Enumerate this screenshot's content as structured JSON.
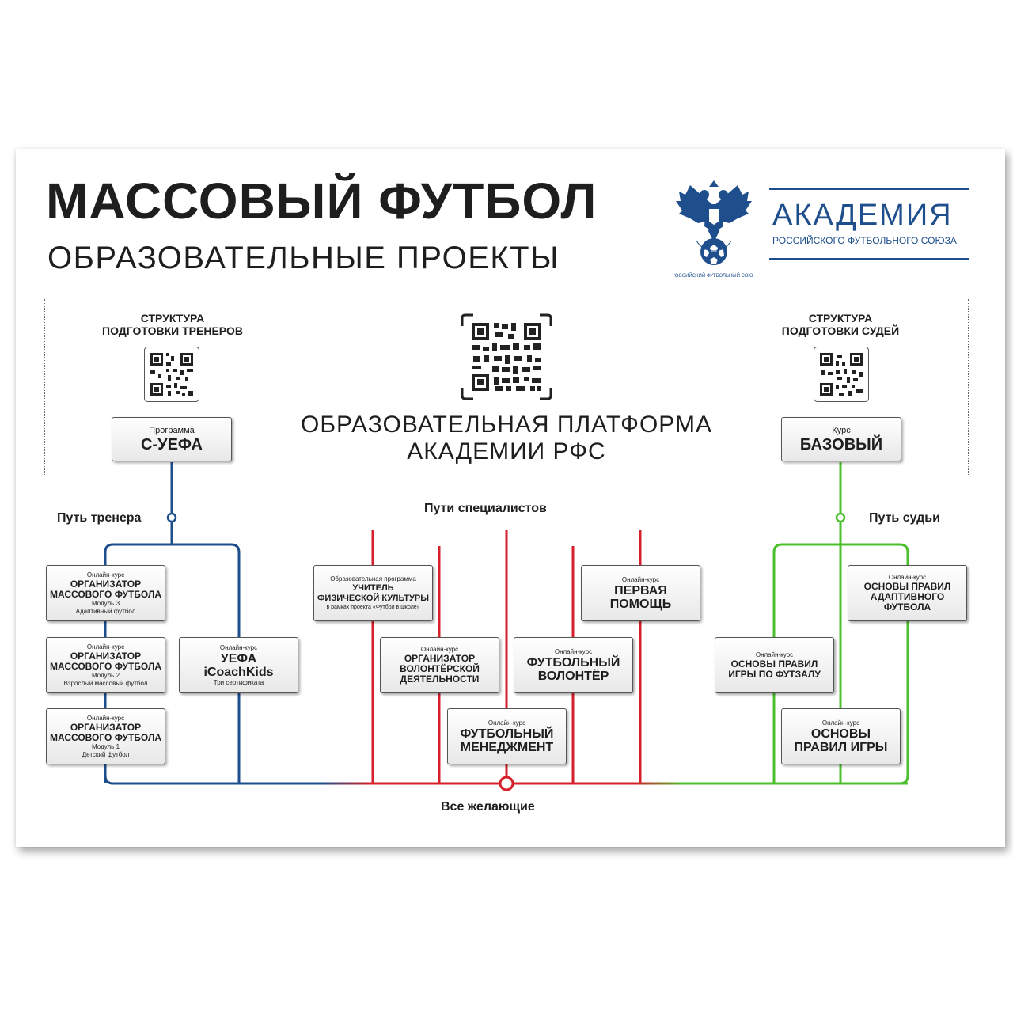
{
  "header": {
    "title": "МАССОВЫЙ ФУТБОЛ",
    "subtitle": "ОБРАЗОВАТЕЛЬНЫЕ ПРОЕКТЫ"
  },
  "logo": {
    "emblem_text": "РОССИЙСКИЙ ФУТБОЛЬНЫЙ СОЮЗ",
    "academy_title": "АКАДЕМИЯ",
    "academy_subtitle": "РОССИЙСКОГО ФУТБОЛЬНОГО СОЮЗА"
  },
  "colors": {
    "coach": "#1e4f8c",
    "specialist": "#d6202b",
    "referee": "#4cbf2c",
    "brand": "#1e4f8c"
  },
  "top": {
    "coach_structure": "СТРУКТУРА\nПОДГОТОВКИ ТРЕНЕРОВ",
    "referee_structure": "СТРУКТУРА\nПОДГОТОВКИ СУДЕЙ",
    "platform": "ОБРАЗОВАТЕЛЬНАЯ ПЛАТФОРМА\nАКАДЕМИИ РФС",
    "coach_box": {
      "kind": "Программа",
      "name": "С-УЕФА"
    },
    "referee_box": {
      "kind": "Курс",
      "name": "БАЗОВЫЙ"
    }
  },
  "paths": {
    "coach": "Путь тренера",
    "specialists": "Пути специалистов",
    "referee": "Путь судьи",
    "everyone": "Все желающие"
  },
  "courses": {
    "coach_m3": {
      "kind": "Онлайн-курс",
      "name": "ОРГАНИЗАТОР\nМАССОВОГО ФУТБОЛА",
      "module": "Модуль 3",
      "note": "Адаптивный футбол"
    },
    "coach_m2": {
      "kind": "Онлайн-курс",
      "name": "ОРГАНИЗАТОР\nМАССОВОГО ФУТБОЛА",
      "module": "Модуль 2",
      "note": "Взрослый массовый футбол"
    },
    "coach_m1": {
      "kind": "Онлайн-курс",
      "name": "ОРГАНИЗАТОР\nМАССОВОГО ФУТБОЛА",
      "module": "Модуль 1",
      "note": "Детский футбол"
    },
    "uefa": {
      "kind": "Онлайн-курс",
      "name": "УЕФА\niCoachKids",
      "note": "Три сертификата"
    },
    "teacher": {
      "kind": "Образовательная программа",
      "name": "УЧИТЕЛЬ\nФИЗИЧЕСКОЙ КУЛЬТУРЫ",
      "note": "в рамках проекта «Футбол в школе»"
    },
    "volunteer_org": {
      "kind": "Онлайн-курс",
      "name": "ОРГАНИЗАТОР\nВОЛОНТЁРСКОЙ\nДЕЯТЕЛЬНОСТИ"
    },
    "management": {
      "kind": "Онлайн-курс",
      "name": "ФУТБОЛЬНЫЙ\nМЕНЕДЖМЕНТ"
    },
    "volunteer": {
      "kind": "Онлайн-курс",
      "name": "ФУТБОЛЬНЫЙ\nВОЛОНТЁР"
    },
    "first_aid": {
      "kind": "Онлайн-курс",
      "name": "ПЕРВАЯ\nПОМОЩЬ"
    },
    "adaptive_rules": {
      "kind": "Онлайн-курс",
      "name": "ОСНОВЫ ПРАВИЛ\nАДАПТИВНОГО\nФУТБОЛА"
    },
    "futsal_rules": {
      "kind": "Онлайн-курс",
      "name": "ОСНОВЫ ПРАВИЛ\nИГРЫ ПО ФУТЗАЛУ"
    },
    "game_rules": {
      "kind": "Онлайн-курс",
      "name": "ОСНОВЫ\nПРАВИЛ ИГРЫ"
    }
  },
  "icons": {
    "emblem": "double-headed-eagle-emblem-icon",
    "qr": "qr-code-icon"
  }
}
